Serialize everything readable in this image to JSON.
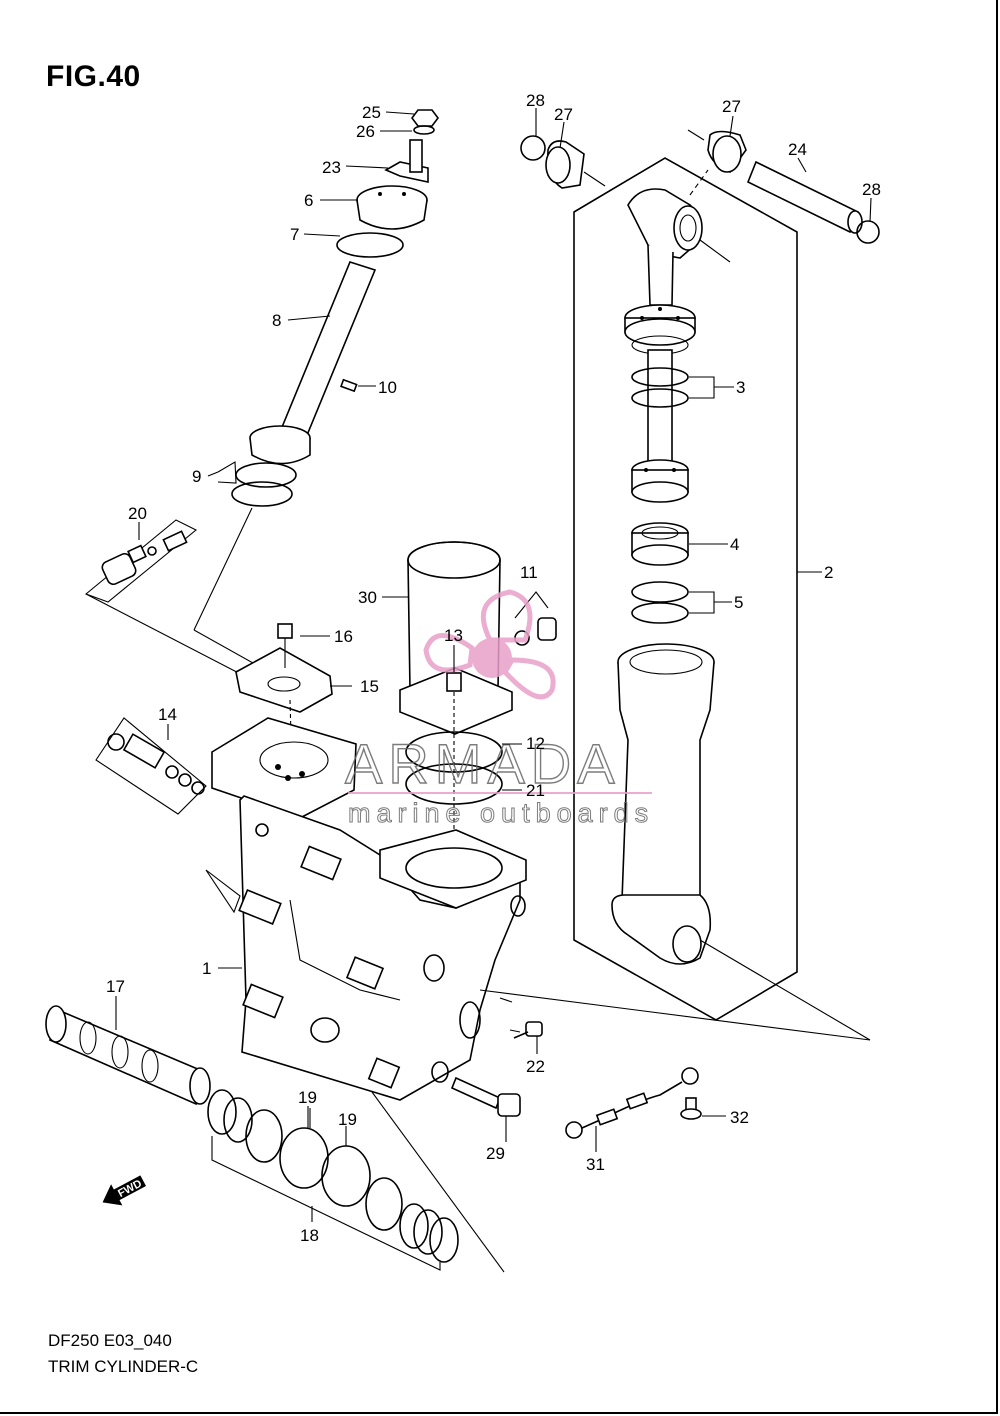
{
  "figure": {
    "title": "FIG.40"
  },
  "footer": {
    "model_code": "DF250 E03_040",
    "section_name": "TRIM CYLINDER-C"
  },
  "watermark": {
    "brand": "ARMADA",
    "tagline": "marine outboards",
    "color": "#e8a0c8"
  },
  "fwd_label": "FWD",
  "callouts": {
    "c1": "1",
    "c2": "2",
    "c3": "3",
    "c4": "4",
    "c5": "5",
    "c6": "6",
    "c7": "7",
    "c8": "8",
    "c9": "9",
    "c10": "10",
    "c11": "11",
    "c12": "12",
    "c13": "13",
    "c14": "14",
    "c15": "15",
    "c16": "16",
    "c17": "17",
    "c18": "18",
    "c19a": "19",
    "c19b": "19",
    "c20": "20",
    "c21": "21",
    "c22": "22",
    "c23": "23",
    "c24": "24",
    "c25": "25",
    "c26": "26",
    "c27a": "27",
    "c27b": "27",
    "c28a": "28",
    "c28b": "28",
    "c29": "29",
    "c30": "30",
    "c31": "31",
    "c32": "32"
  }
}
